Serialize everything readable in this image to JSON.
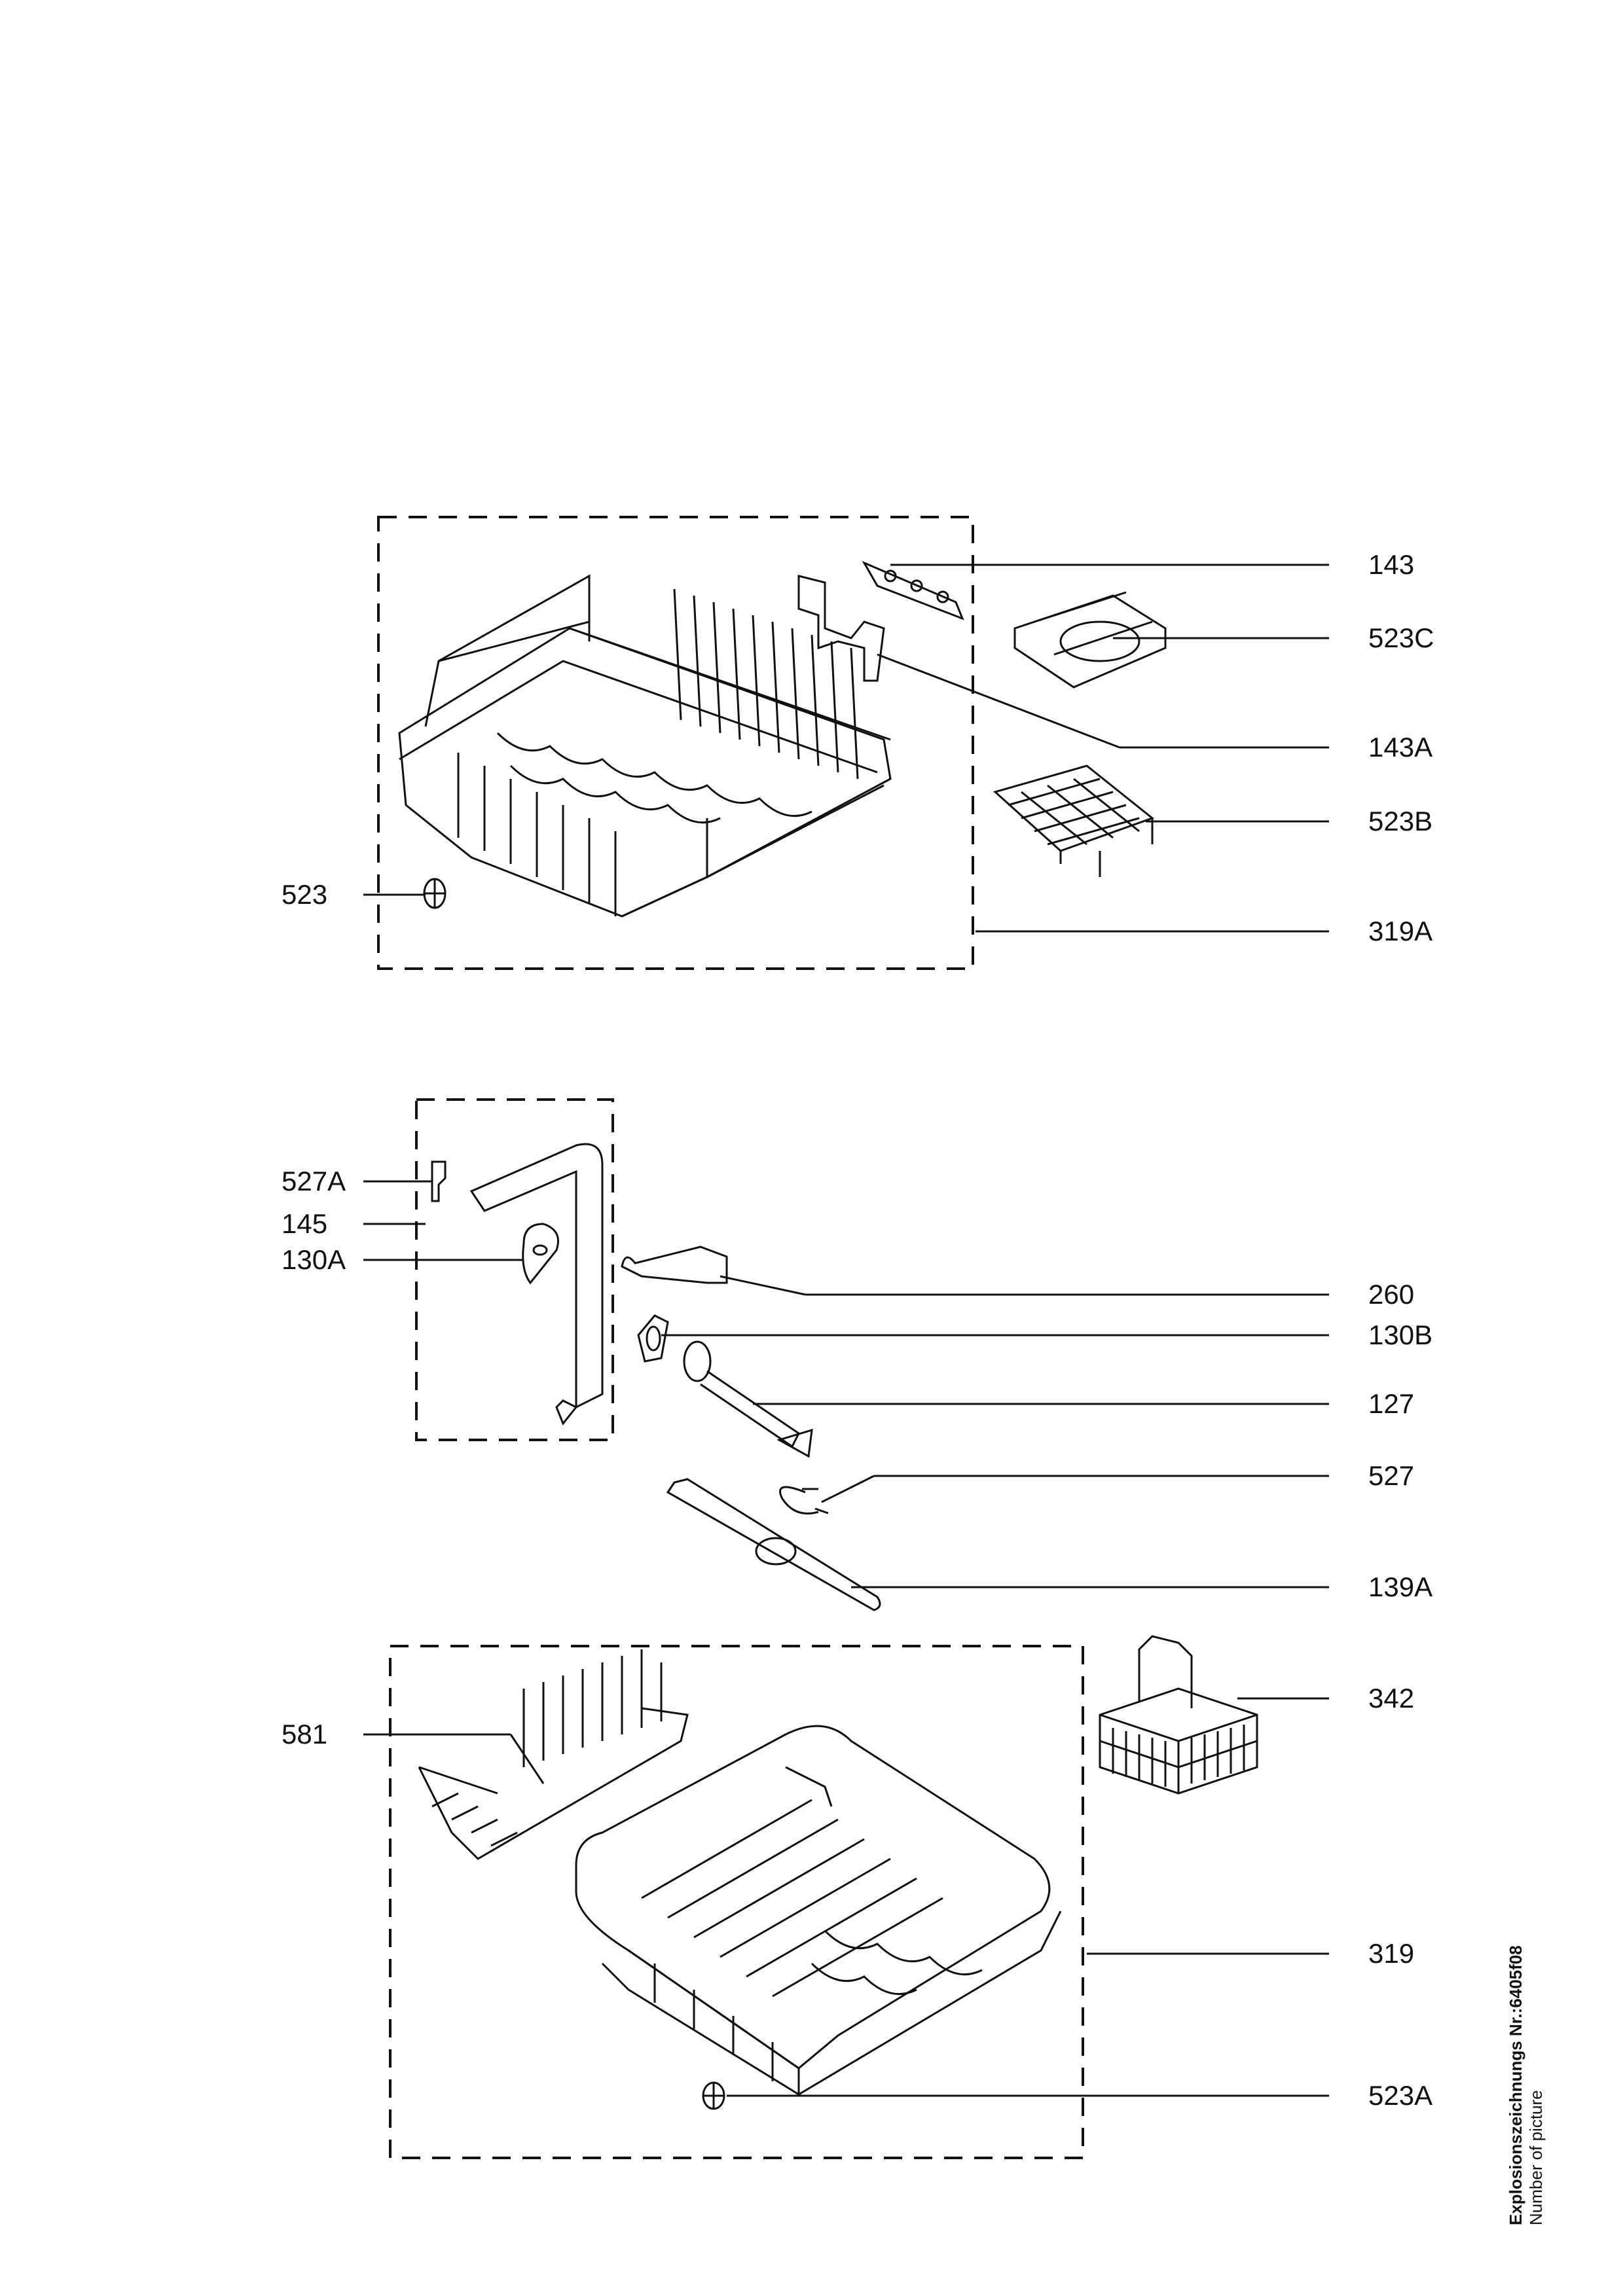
{
  "labels": {
    "l143": "143",
    "l523c": "523C",
    "l143a": "143A",
    "l523b": "523B",
    "l523": "523",
    "l319a": "319A",
    "l527a": "527A",
    "l145": "145",
    "l130a": "130A",
    "l260": "260",
    "l130b": "130B",
    "l127": "127",
    "l527": "527",
    "l139a": "139A",
    "l342": "342",
    "l581": "581",
    "l319": "319",
    "l523a": "523A"
  },
  "footer": {
    "drawing_number": "Explosionszeichnungs Nr.:6405f08",
    "subtitle": "Number of picture"
  }
}
